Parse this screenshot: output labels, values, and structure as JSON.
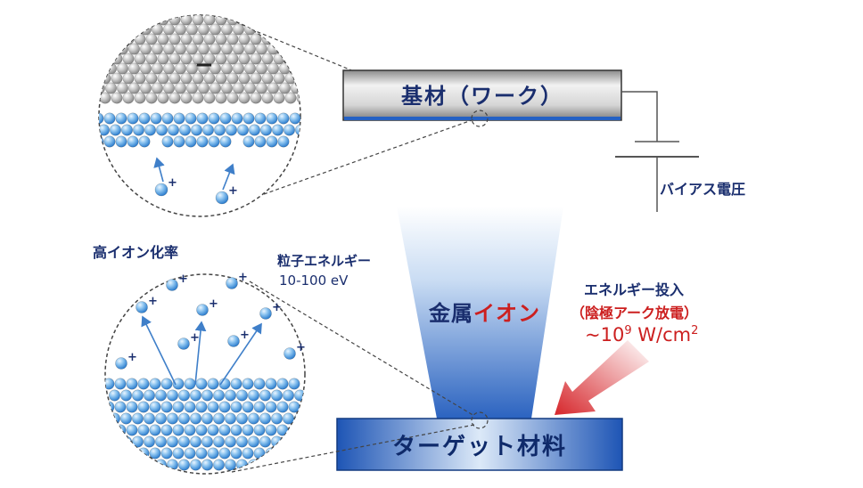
{
  "substrate": {
    "label": "基材（ワーク）",
    "electron_symbol": "−"
  },
  "bias": {
    "label": "バイアス電圧"
  },
  "high_ion": {
    "label": "高イオン化率"
  },
  "particle_energy": {
    "label": "粒子エネルギー",
    "value": "10-100 eV"
  },
  "ion_beam": {
    "label_main": "金属",
    "label_accent": "イオン"
  },
  "energy_input": {
    "line1": "エネルギー投入",
    "line2": "（陰極アーク放電）",
    "power_prefix": "~10",
    "power_exp": "9",
    "power_unit": " W/cm",
    "power_unit_exp": "2"
  },
  "target": {
    "label": "ターゲット材料"
  },
  "ion_marker": "+",
  "colors": {
    "navy": "#1a2e6e",
    "accent_red": "#cc1f1f",
    "atom_blue": "#6fb1ea",
    "atom_grey": "#bdbdbd"
  }
}
